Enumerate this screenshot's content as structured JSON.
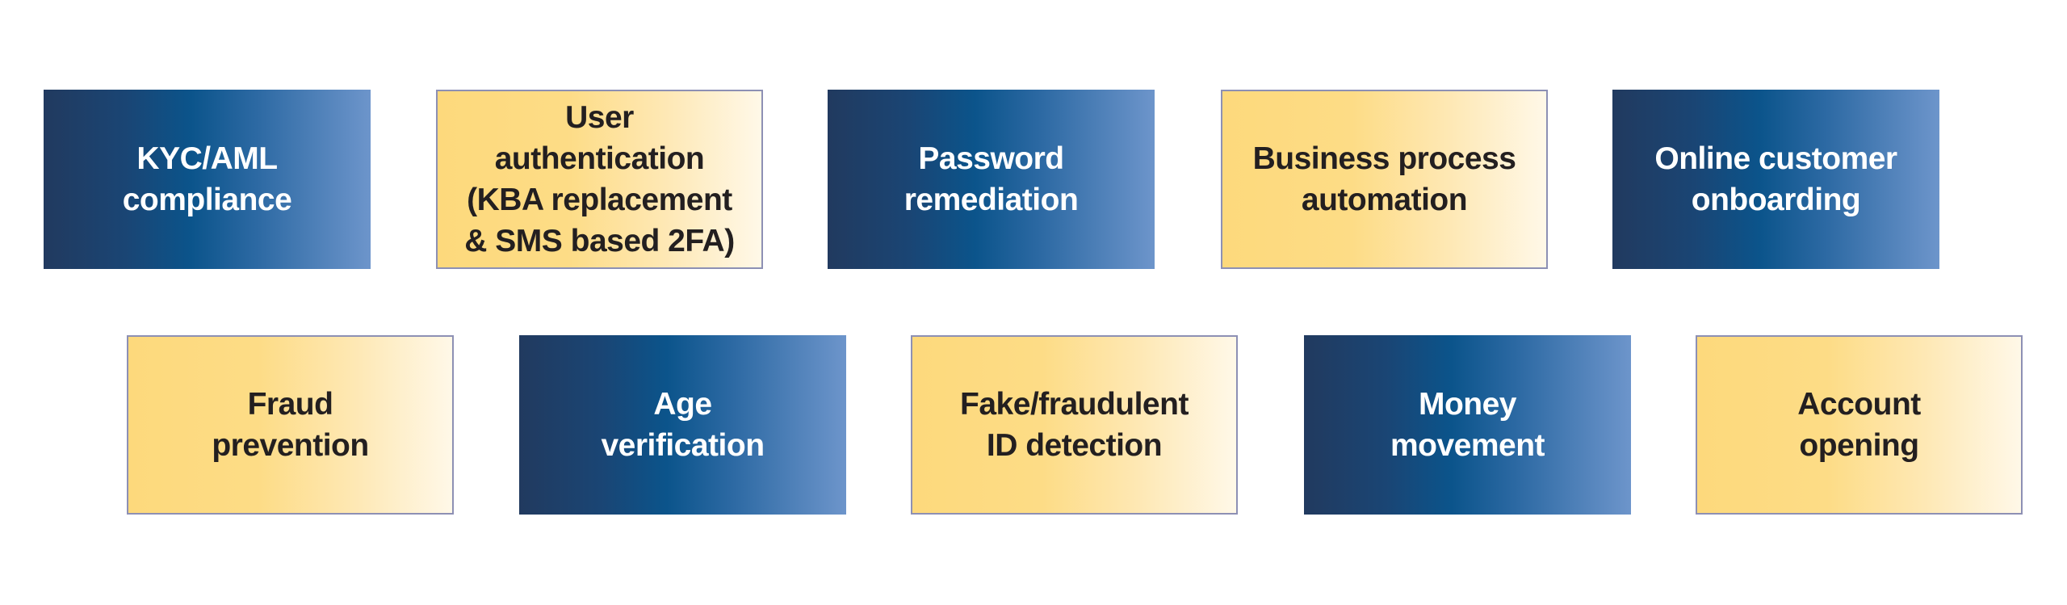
{
  "use_cases": [
    {
      "label": "KYC/AML\ncompliance",
      "style": "blue"
    },
    {
      "label": "User\nauthentication\n(KBA replacement\n& SMS based 2FA)",
      "style": "yellow"
    },
    {
      "label": "Password\nremediation",
      "style": "blue"
    },
    {
      "label": "Business process\nautomation",
      "style": "yellow"
    },
    {
      "label": "Online customer\nonboarding",
      "style": "blue"
    },
    {
      "label": "Fraud\nprevention",
      "style": "yellow"
    },
    {
      "label": "Age\nverification",
      "style": "blue"
    },
    {
      "label": "Fake/fraudulent\nID detection",
      "style": "yellow"
    },
    {
      "label": "Money\nmovement",
      "style": "blue"
    },
    {
      "label": "Account\nopening",
      "style": "yellow"
    }
  ],
  "colors": {
    "blue_dark": "#213a5f",
    "blue_light": "#6d95cb",
    "yellow": "#fdd97c",
    "yellow_light": "#fff8e8",
    "border": "#8d90b4"
  }
}
